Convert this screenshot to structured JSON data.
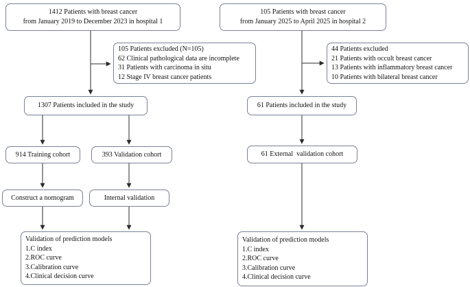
{
  "colors": {
    "box_border": "#7b8095",
    "arrow_line": "#2b2b2b",
    "text": "#111111",
    "background": "#ffffff"
  },
  "diagram": {
    "hospital1": {
      "line1": "1412 Patients with breast cancer",
      "line2": "from January 2019 to December 2023 in hospital 1"
    },
    "hospital2": {
      "line1": "105 Patients with breast cancer",
      "line2": "from January 2025 to April 2025 in hospital 2"
    },
    "excluded1": {
      "line1": "105 Patients excluded (N=105)",
      "line2": "62 Clinical pathological data are incomplete",
      "line3": "31 Patients with carcinoma in situ",
      "line4": "12 Stage IV breast cancer patients"
    },
    "excluded2": {
      "line1": "44 Patients excluded",
      "line2": "21 Patients with occult breast cancer",
      "line3": "13 Patients with inflammatory breast cancer",
      "line4": "10 Patients with bilateral breast cancer"
    },
    "included1": "1307 Patients included in the study",
    "included2": "61 Patients included in the study",
    "training_cohort": "914 Training cohort",
    "validation_cohort": "393 Validation cohort",
    "external_cohort": "61 External  validation cohort",
    "nomogram": "Construct a nomogram",
    "internal_validation": "Internal validation",
    "validation_models_left": {
      "line1": "Validation of prediction models",
      "line2": "1.C index",
      "line3": "2.ROC curve",
      "line4": "3.Calibration curve",
      "line5": "4.Clinical decision curve"
    },
    "validation_models_right": {
      "line1": "Validation of prediction models",
      "line2": "1.C index",
      "line3": "2.ROC curve",
      "line4": "3.Calibration curve",
      "line5": "4.Clinical decision curve"
    }
  }
}
